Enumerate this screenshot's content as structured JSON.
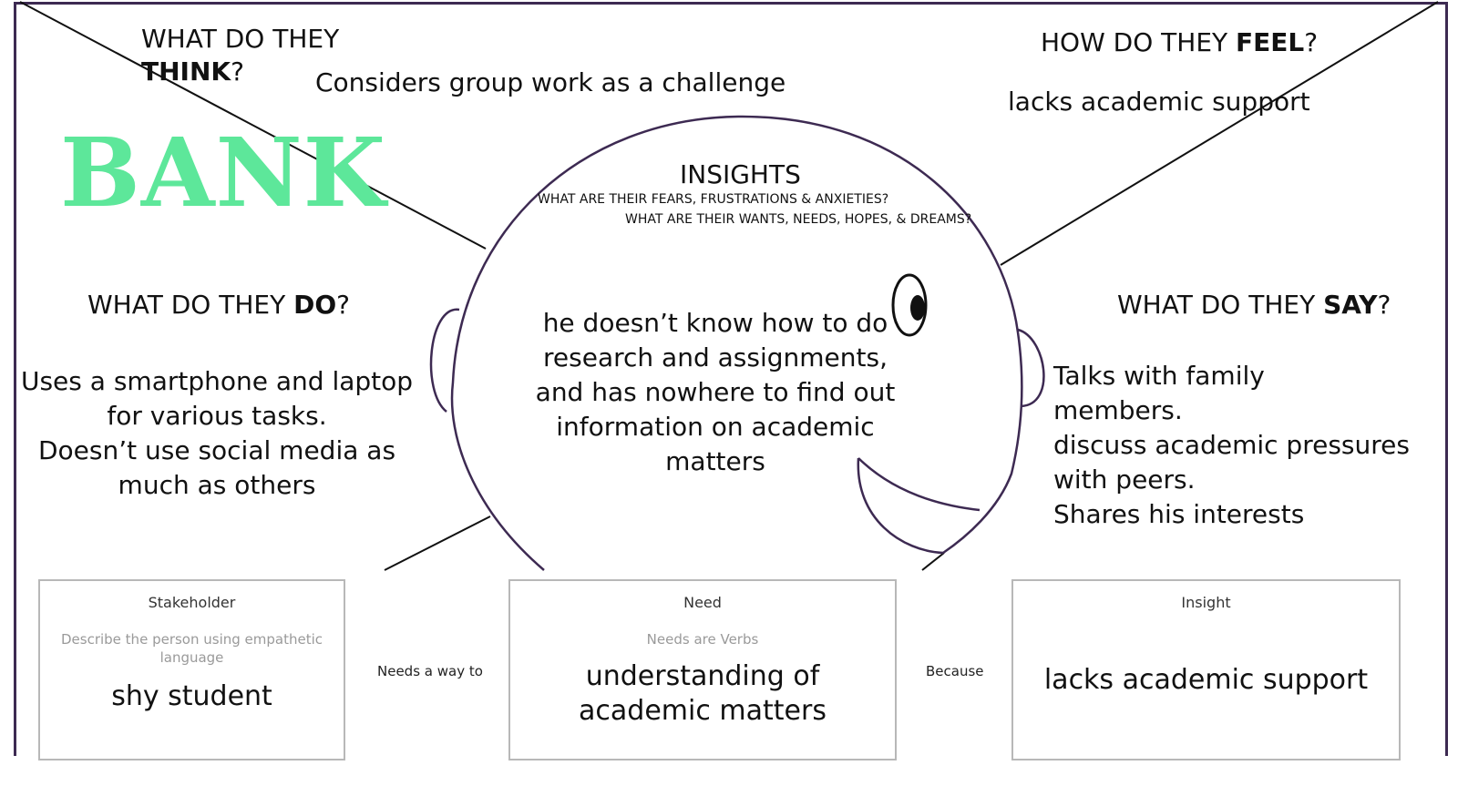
{
  "logo": "BANK",
  "quadrants": {
    "think": {
      "prefix": "WHAT DO THEY",
      "bold": "THINK",
      "suffix": "?",
      "content": "Considers group work as a challenge"
    },
    "feel": {
      "prefix": "HOW DO THEY",
      "bold": "FEEL",
      "suffix": "?",
      "content": "lacks academic support"
    },
    "do": {
      "prefix": "WHAT DO THEY",
      "bold": "DO",
      "suffix": "?",
      "content": [
        "Uses a smartphone and laptop",
        "for various tasks.",
        "Doesn’t use social media as",
        "much as others"
      ]
    },
    "say": {
      "prefix": "WHAT DO THEY",
      "bold": "SAY",
      "suffix": "?",
      "content": [
        "Talks with family",
        "members.",
        "discuss academic pressures",
        "with peers.",
        "Shares his interests"
      ]
    }
  },
  "insights": {
    "title": "INSIGHTS",
    "question1": "WHAT ARE THEIR FEARS, FRUSTRATIONS & ANXIETIES?",
    "question2": "WHAT ARE THEIR WANTS, NEEDS, HOPES, & DREAMS?",
    "content": [
      "he doesn’t know how to do",
      "research and assignments,",
      "and has nowhere to find out",
      "information on academic",
      "matters"
    ]
  },
  "statement": {
    "stakeholder": {
      "title": "Stakeholder",
      "hint": "Describe the person using empathetic language",
      "value": "shy student"
    },
    "connector1": "Needs a way to",
    "need": {
      "title": "Need",
      "hint": "Needs are Verbs",
      "value": [
        "understanding of",
        "academic matters"
      ]
    },
    "connector2": "Because",
    "insight": {
      "title": "Insight",
      "value": "lacks academic support"
    }
  },
  "colors": {
    "frame": "#3d2a52",
    "logo": "#5de79a",
    "card_border": "#b8b8b8"
  }
}
